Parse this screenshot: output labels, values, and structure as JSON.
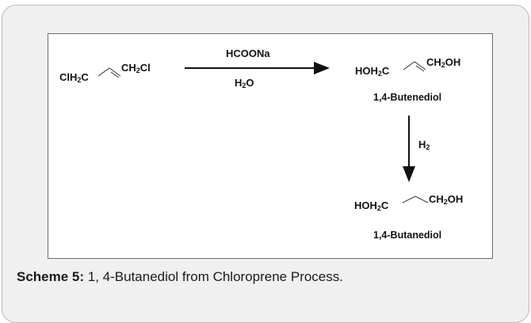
{
  "scheme": {
    "reactant": {
      "left_group": {
        "a": "ClH",
        "sub": "2",
        "b": "C"
      },
      "right_group": {
        "a": "CH",
        "sub": "2",
        "b": "Cl"
      }
    },
    "step1": {
      "reagent": "HCOONa",
      "solvent": {
        "a": "H",
        "sub": "2",
        "b": "O"
      }
    },
    "intermediate": {
      "left_group": {
        "a": "HOH",
        "sub": "2",
        "b": "C"
      },
      "right_group": {
        "a": "CH",
        "sub": "2",
        "b": "OH"
      },
      "name": "1,4-Butenediol"
    },
    "step2": {
      "reagent": {
        "a": "H",
        "sub": "2"
      }
    },
    "product": {
      "left_group": {
        "a": "HOH",
        "sub": "2",
        "b": "C"
      },
      "right_group": {
        "a": "CH",
        "sub": "2",
        "b": "OH"
      },
      "name": "1,4-Butanediol"
    }
  },
  "caption": {
    "label": "Scheme 5:",
    "text": " 1, 4-Butanediol from Chloroprene Process."
  }
}
